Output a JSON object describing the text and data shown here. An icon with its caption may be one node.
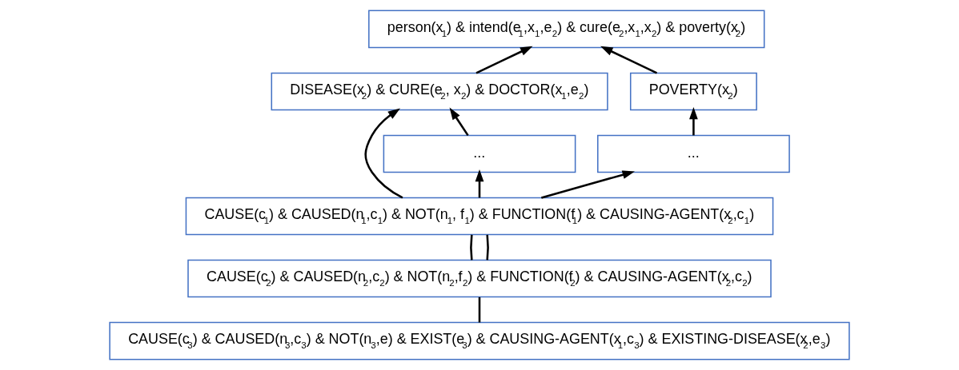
{
  "diagram": {
    "nodes": [
      {
        "text": [
          "person(x$_{1}$) & intend(e$_{1}$,x$_{1}$,e$_{2}$) & cure(e$_{2}$,x$_{1}$,x$_{2}$) & poverty(x$_{2}$)"
        ]
      },
      {
        "text": [
          "DISEASE(x$_{2}$) & CURE(e$_{2}$, x$_{2}$) & DOCTOR(x$_{1}$,e$_{2}$)"
        ]
      },
      {
        "text": [
          "POVERTY(x$_{2}$)"
        ]
      },
      {
        "text": [
          "..."
        ]
      },
      {
        "text": [
          "..."
        ]
      },
      {
        "text": [
          "CAUSE(c$_{1}$) & CAUSED(n$_{1}$,c$_{1}$) & NOT(n$_{1}$, f$_{1}$) & FUNCTION(f$_{1}$) & CAUSING-AGENT(x$_{2}$,c$_{1}$)"
        ]
      },
      {
        "text": [
          "CAUSE(c$_{2}$) & CAUSED(n$_{2}$,c$_{2}$) & NOT(n$_{2}$,f$_{2}$) & FUNCTION(f$_{2}$) & CAUSING-AGENT(x$_{2}$,c$_{2}$)"
        ]
      },
      {
        "text": [
          "CAUSE(c$_{3}$) & CAUSED(n$_{3}$,c$_{3}$) & NOT(n$_{3}$,e) & EXIST(e$_{3}$) & CAUSING-AGENT(x$_{1}$,c$_{3}$) & EXISTING-DISEASE(x$_{2}$,e$_{3}$)"
        ]
      }
    ],
    "edges": [
      {
        "from": 1,
        "to": 0,
        "arrow": "to"
      },
      {
        "from": 2,
        "to": 0,
        "arrow": "to"
      },
      {
        "from": 3,
        "to": 1,
        "arrow": "to"
      },
      {
        "from": 5,
        "to": 1,
        "arrow": "to"
      },
      {
        "from": 4,
        "to": 2,
        "arrow": "to"
      },
      {
        "from": 5,
        "to": 3,
        "arrow": "to"
      },
      {
        "from": 5,
        "to": 4,
        "arrow": "to"
      },
      {
        "from": 6,
        "to": 5,
        "arrow": "none"
      },
      {
        "from": 6,
        "to": 5,
        "arrow": "none"
      },
      {
        "from": 7,
        "to": 6,
        "arrow": "none"
      }
    ]
  }
}
